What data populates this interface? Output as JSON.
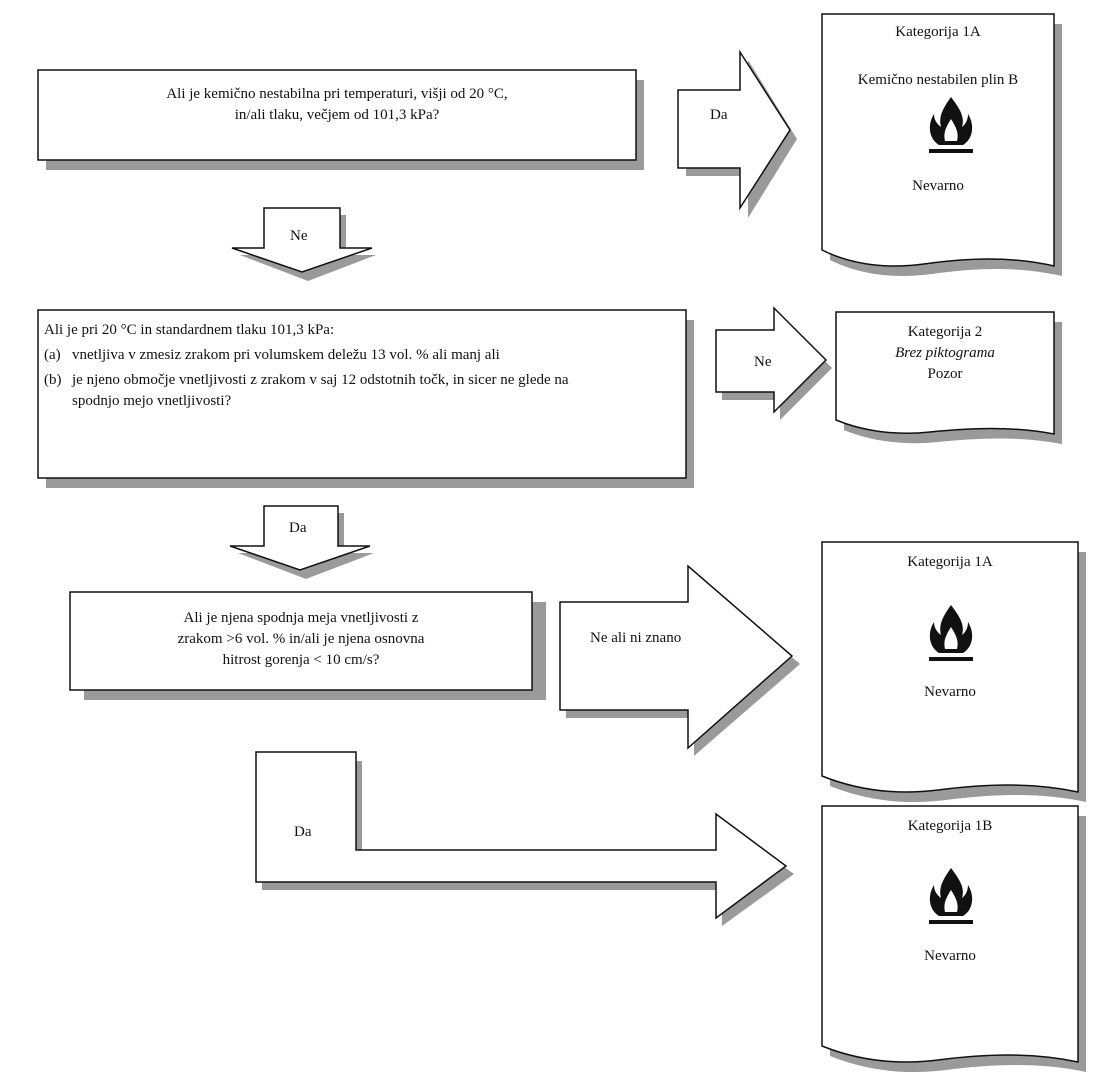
{
  "questions": {
    "q1": {
      "lines": [
        "Ali je kemično nestabilna pri temperaturi, višji od 20 °C,",
        "in/ali tlaku, večjem od 101,3 kPa?"
      ]
    },
    "q2": {
      "intro": "Ali je pri 20 °C in standardnem tlaku 101,3 kPa:",
      "items": [
        {
          "marker": "(a)",
          "lines": [
            "vnetljiva v zmesiz zrakom pri volumskem deležu 13 vol. % ali manj ali"
          ]
        },
        {
          "marker": "(b)",
          "lines": [
            "je njeno območje vnetljivosti z zrakom v saj 12 odstotnih točk, in sicer ne glede na",
            "spodnjo mejo vnetljivosti?"
          ]
        }
      ]
    },
    "q3": {
      "lines": [
        "Ali je njena spodnja meja vnetljivosti z",
        "zrakom >6 vol. % in/ali je njena osnovna",
        "hitrost gorenja < 10 cm/s?"
      ]
    }
  },
  "arrows": {
    "a1": "Da",
    "a2": "Ne",
    "a3": "Ne",
    "a4": "Da",
    "a5": "Ne ali ni znano",
    "a6": "Da"
  },
  "results": {
    "r1": {
      "category": "Kategorija 1A",
      "subtitle": "Kemično nestabilen plin B",
      "signal": "Nevarno",
      "pictogram": "flame-icon"
    },
    "r2": {
      "category": "Kategorija 2",
      "subtitle": "Brez piktograma",
      "signal": "Pozor"
    },
    "r3": {
      "category": "Kategorija 1A",
      "signal": "Nevarno",
      "pictogram": "flame-icon"
    },
    "r4": {
      "category": "Kategorija 1B",
      "signal": "Nevarno",
      "pictogram": "flame-icon"
    }
  },
  "colors": {
    "stroke": "#111111",
    "shadow": "#9a9a9a",
    "fill": "#ffffff"
  }
}
